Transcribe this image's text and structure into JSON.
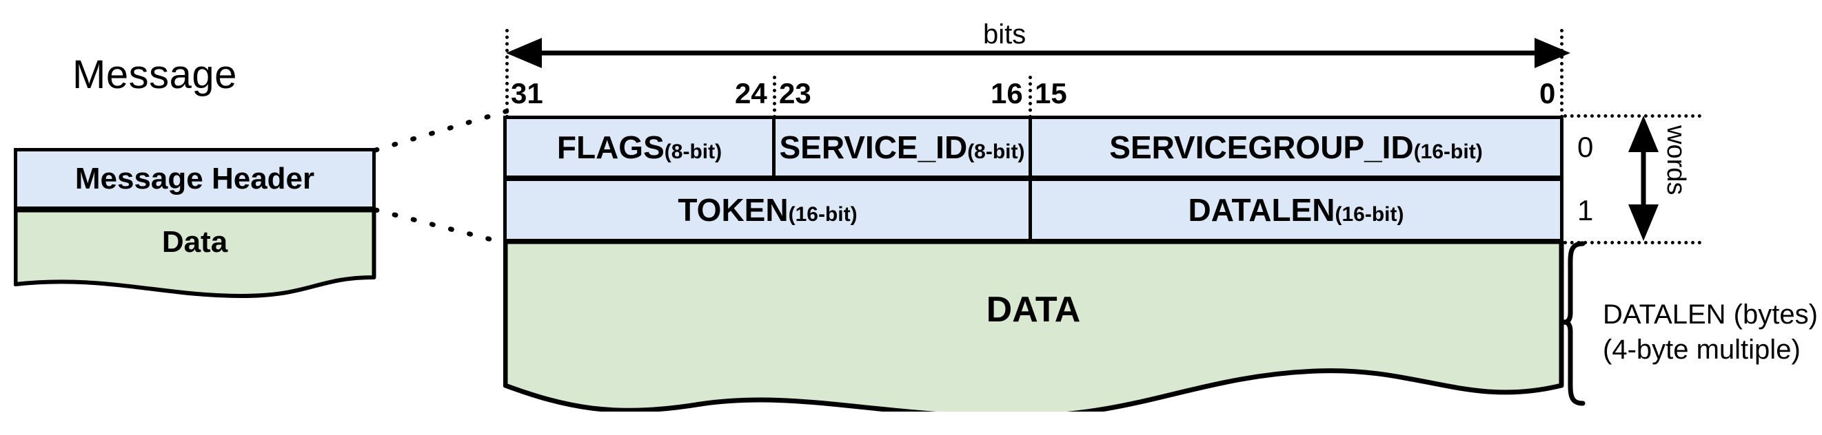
{
  "diagram": {
    "title": "Message",
    "left_stack": {
      "header_label": "Message Header",
      "data_label": "Data"
    },
    "bits_axis": {
      "label": "bits",
      "ticks": [
        "31",
        "24",
        "23",
        "16",
        "15",
        "0"
      ]
    },
    "header_rows": [
      {
        "word_index": "0",
        "fields": [
          {
            "name": "FLAGS",
            "width": "(8-bit)"
          },
          {
            "name": "SERVICE_ID",
            "width": "(8-bit)"
          },
          {
            "name": "SERVICEGROUP_ID",
            "width": "(16-bit)"
          }
        ]
      },
      {
        "word_index": "1",
        "fields": [
          {
            "name": "TOKEN",
            "width": "(16-bit)"
          },
          {
            "name": "DATALEN",
            "width": "(16-bit)"
          }
        ]
      }
    ],
    "payload": {
      "label": "DATA"
    },
    "words_bracket": {
      "label": "words"
    },
    "datalen_note": {
      "line1": "DATALEN (bytes)",
      "line2": "(4-byte multiple)"
    },
    "colors": {
      "header_fill": "#dce7f8",
      "data_fill": "#d9e8d1",
      "stroke": "#000000",
      "background": "#ffffff"
    }
  }
}
